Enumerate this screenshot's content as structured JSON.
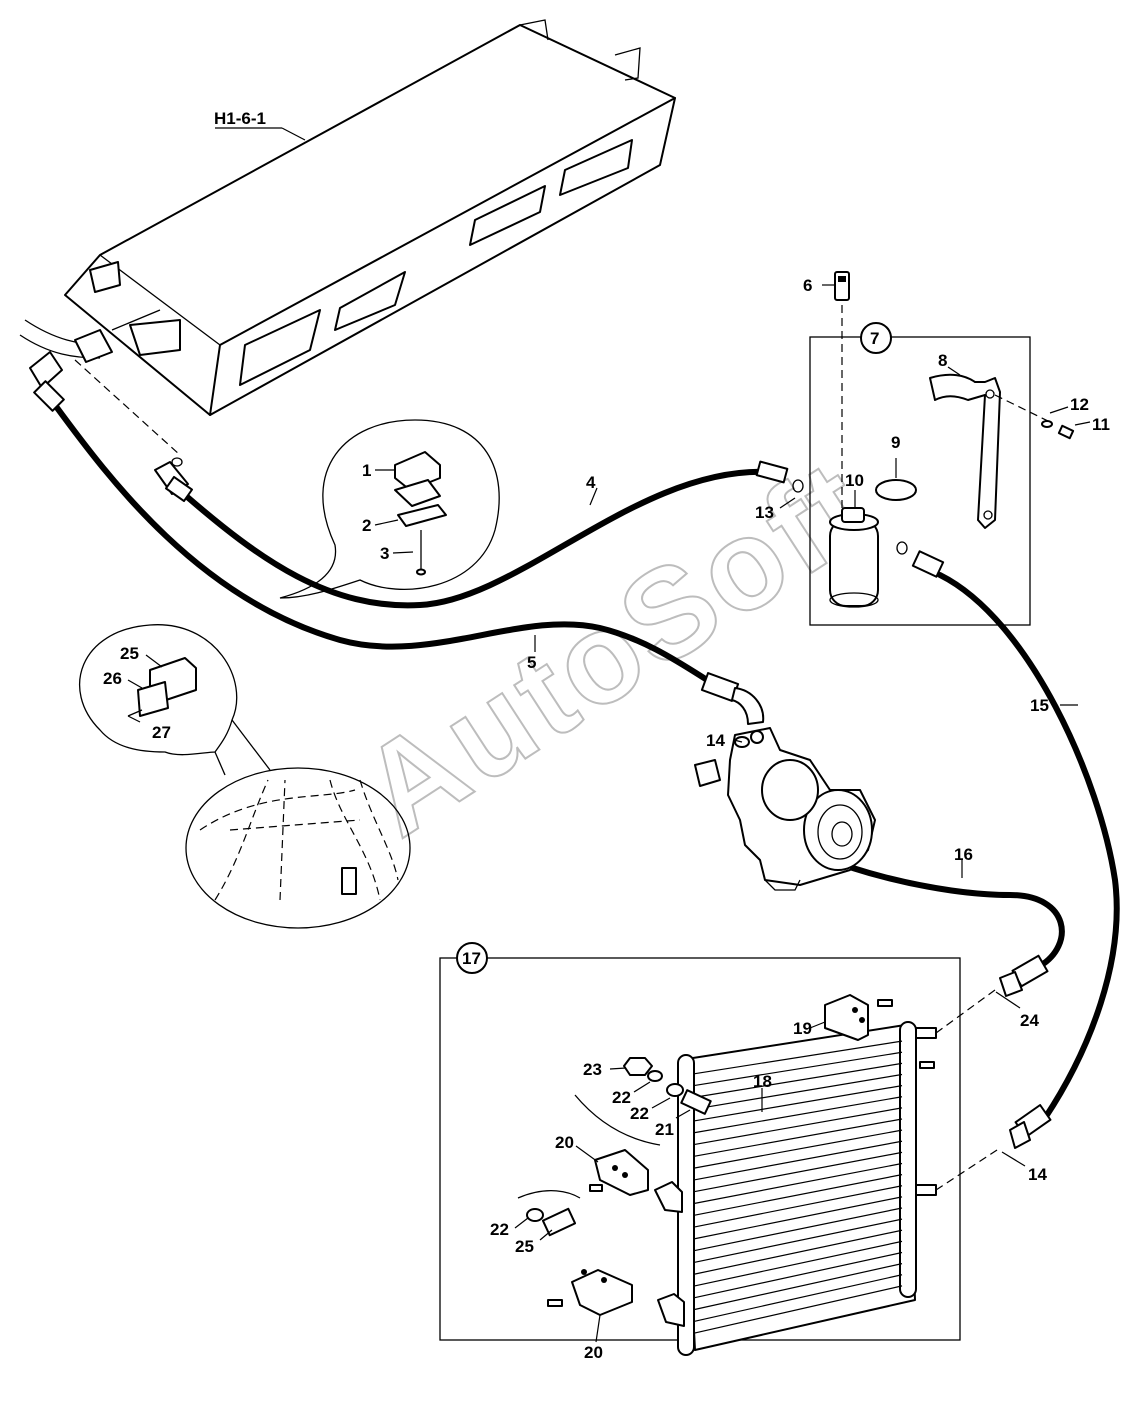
{
  "reference": "H1-6-1",
  "assembly_callouts": [
    "7",
    "17"
  ],
  "watermark": "AutoSoft",
  "callouts": {
    "c1": "1",
    "c2": "2",
    "c3": "3",
    "c4": "4",
    "c5": "5",
    "c6": "6",
    "c8": "8",
    "c9": "9",
    "c10": "10",
    "c11": "11",
    "c12": "12",
    "c13": "13",
    "c14a": "14",
    "c14b": "14",
    "c15": "15",
    "c16": "16",
    "c18": "18",
    "c19": "19",
    "c20a": "20",
    "c20b": "20",
    "c21": "21",
    "c22a": "22",
    "c22b": "22",
    "c22c": "22",
    "c23": "23",
    "c24": "24",
    "c25a": "25",
    "c25b": "25",
    "c26": "26",
    "c27": "27"
  }
}
